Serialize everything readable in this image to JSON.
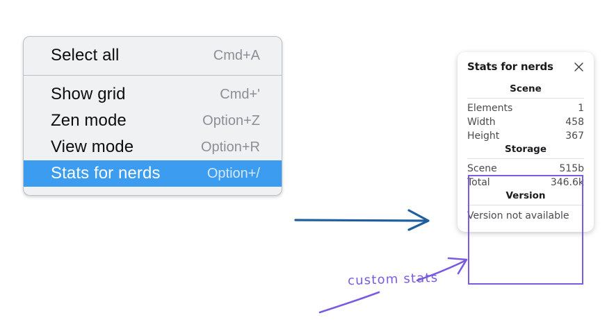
{
  "context_menu": {
    "groups": [
      {
        "items": [
          {
            "label": "Select all",
            "shortcut": "Cmd+A",
            "selected": false
          }
        ]
      },
      {
        "items": [
          {
            "label": "Show grid",
            "shortcut": "Cmd+'",
            "selected": false
          },
          {
            "label": "Zen mode",
            "shortcut": "Option+Z",
            "selected": false
          },
          {
            "label": "View mode",
            "shortcut": "Option+R",
            "selected": false
          },
          {
            "label": "Stats for nerds",
            "shortcut": "Option+/",
            "selected": true
          }
        ]
      }
    ],
    "highlight_color": "#3b9cf0"
  },
  "stats_panel": {
    "title": "Stats for nerds",
    "close_icon": "close-icon",
    "sections": [
      {
        "title": "Scene",
        "rows": [
          {
            "key": "Elements",
            "value": "1"
          },
          {
            "key": "Width",
            "value": "458"
          },
          {
            "key": "Height",
            "value": "367"
          }
        ]
      },
      {
        "title": "Storage",
        "rows": [
          {
            "key": "Scene",
            "value": "515b"
          },
          {
            "key": "Total",
            "value": "346.6k"
          }
        ]
      },
      {
        "title": "Version",
        "note": "Version not available"
      }
    ]
  },
  "annotations": {
    "blue_arrow_color": "#1f5f9e",
    "purple_color": "#7b5ae0",
    "caption": "custom stats"
  }
}
